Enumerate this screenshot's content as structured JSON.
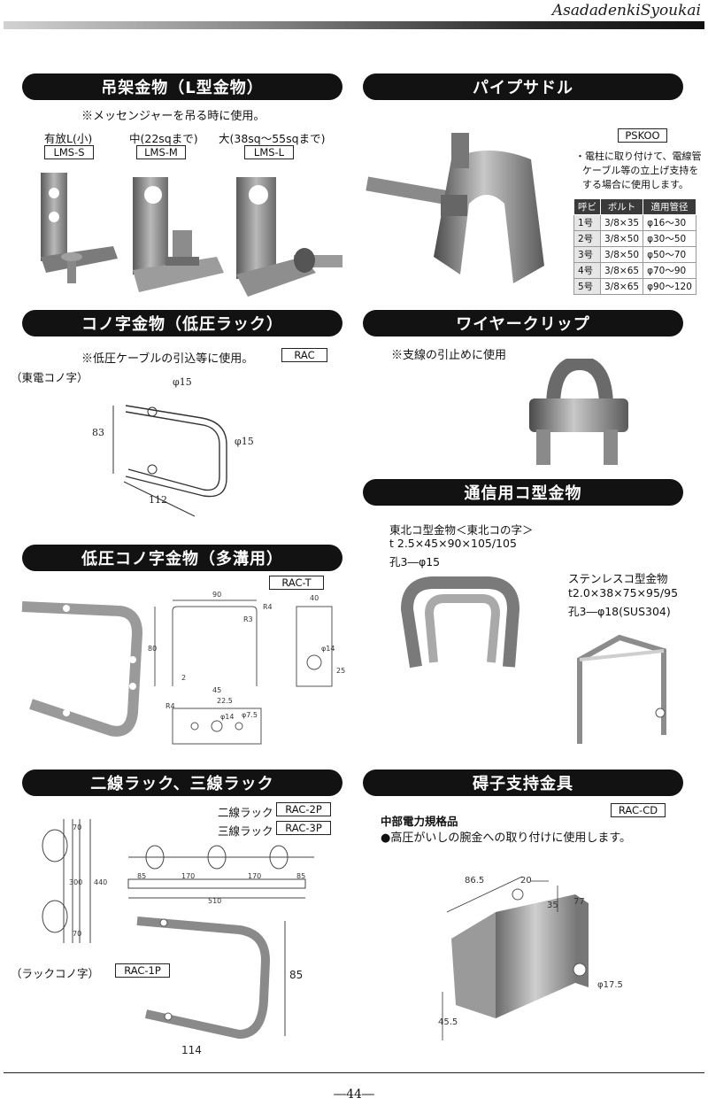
{
  "header": {
    "brand": "AsadadenkiSyoukai"
  },
  "sections": {
    "l_hanger": {
      "title": "吊架金物（L型金物）",
      "note": "※メッセンジャーを吊る時に使用。",
      "variants": [
        {
          "label": "有放L(小)",
          "code": "LMS-S"
        },
        {
          "label": "中(22sqまで)",
          "code": "LMS-M"
        },
        {
          "label": "大(38sq～55sqまで)",
          "code": "LMS-L"
        }
      ]
    },
    "pipe_saddle": {
      "title": "パイプサドル",
      "code": "PSKOO",
      "desc_lines": [
        "・電柱に取り付けて、電線管",
        "ケーブル等の立上げ支持を",
        "する場合に使用します。"
      ],
      "table": {
        "headers": [
          "呼ビ",
          "ボルト",
          "適用管径"
        ],
        "rows": [
          [
            "1号",
            "3/8×35",
            "φ16～30"
          ],
          [
            "2号",
            "3/8×50",
            "φ30～50"
          ],
          [
            "3号",
            "3/8×50",
            "φ50～70"
          ],
          [
            "4号",
            "3/8×65",
            "φ70～90"
          ],
          [
            "5号",
            "3/8×65",
            "φ90～120"
          ]
        ]
      }
    },
    "kono_bracket": {
      "title": "コノ字金物（低圧ラック）",
      "note": "※低圧ケーブルの引込等に使用。",
      "code": "RAC",
      "sub": "（東電コノ字）",
      "dims": {
        "hole_top": "φ15",
        "hole_side": "φ15",
        "height": "83",
        "width": "112"
      }
    },
    "wire_clip": {
      "title": "ワイヤークリップ",
      "note": "※支線の引止めに使用"
    },
    "comm_bracket": {
      "title": "通信用コ型金物",
      "tohoku_lines": [
        "東北コ型金物＜東北コの字＞",
        "t 2.5×45×90×105/105",
        "孔3―φ15"
      ],
      "stainless_lines": [
        "ステンレスコ型金物",
        "t2.0×38×75×95/95",
        "孔3―φ18(SUS304)"
      ]
    },
    "multi_groove": {
      "title": "低圧コノ字金物（多溝用）",
      "code": "RAC-T",
      "dims": {
        "w90": "90",
        "r4a": "R4",
        "r3": "R3",
        "h80": "80",
        "t2": "2",
        "w40": "40",
        "h25": "25",
        "d14": "φ14",
        "w45": "45",
        "w225": "22.5",
        "r4b": "R4",
        "d14b": "φ14",
        "d7": "φ7.5"
      }
    },
    "rack": {
      "title": "二線ラック、三線ラック",
      "items": [
        {
          "label": "二線ラック",
          "code": "RAC-2P"
        },
        {
          "label": "三線ラック",
          "code": "RAC-3P"
        }
      ],
      "sub": "（ラックコノ字）",
      "sub_code": "RAC-1P",
      "dims": {
        "v70a": "70",
        "v300": "300",
        "v440": "440",
        "v70b": "70",
        "h85a": "85",
        "h170a": "170",
        "h170b": "170",
        "h85b": "85",
        "h510": "510",
        "h85v": "85",
        "w114": "114"
      }
    },
    "insulator": {
      "title": "碍子支持金具",
      "code": "RAC-CD",
      "line1": "中部電力規格品",
      "line2": "●高圧がいしの腕金への取り付けに使用します。",
      "dims": {
        "d865": "86.5",
        "d20": "20",
        "d35": "35",
        "d77": "77",
        "d175": "φ17.5",
        "d455": "45.5"
      }
    }
  },
  "footer": {
    "page": "―44―"
  }
}
